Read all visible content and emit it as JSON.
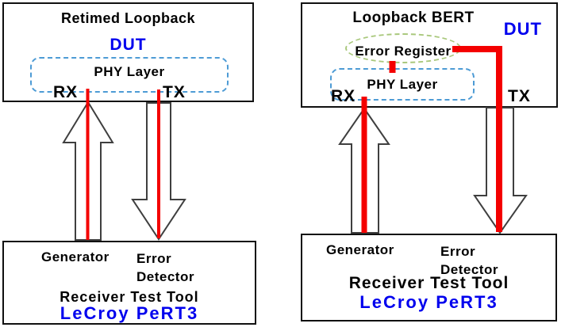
{
  "left_diagram": {
    "dut_box": {
      "title": "Retimed Loopback",
      "dut": "DUT",
      "phy": "PHY Layer",
      "rx": "RX",
      "tx": "TX"
    },
    "tester_box": {
      "generator": "Generator",
      "error_detector": "Error\nDetector",
      "tool": "Receiver Test Tool",
      "brand": "LeCroy PeRT3"
    }
  },
  "right_diagram": {
    "dut_box": {
      "title": "Loopback BERT",
      "dut": "DUT",
      "error_register": "Error Register",
      "phy": "PHY Layer",
      "rx": "RX",
      "tx": "TX"
    },
    "tester_box": {
      "generator": "Generator",
      "error_detector": "Error\nDetector",
      "tool": "Receiver Test Tool",
      "brand": "LeCroy PeRT3"
    }
  },
  "colors": {
    "signal_red": "#F40000",
    "accent_blue": "#0000EE",
    "phy_dash_blue": "#4D9BD5",
    "register_dash_green": "#A9C87C",
    "arrow_outline_gray": "#3F3F3F",
    "box_border_black": "#101010"
  }
}
